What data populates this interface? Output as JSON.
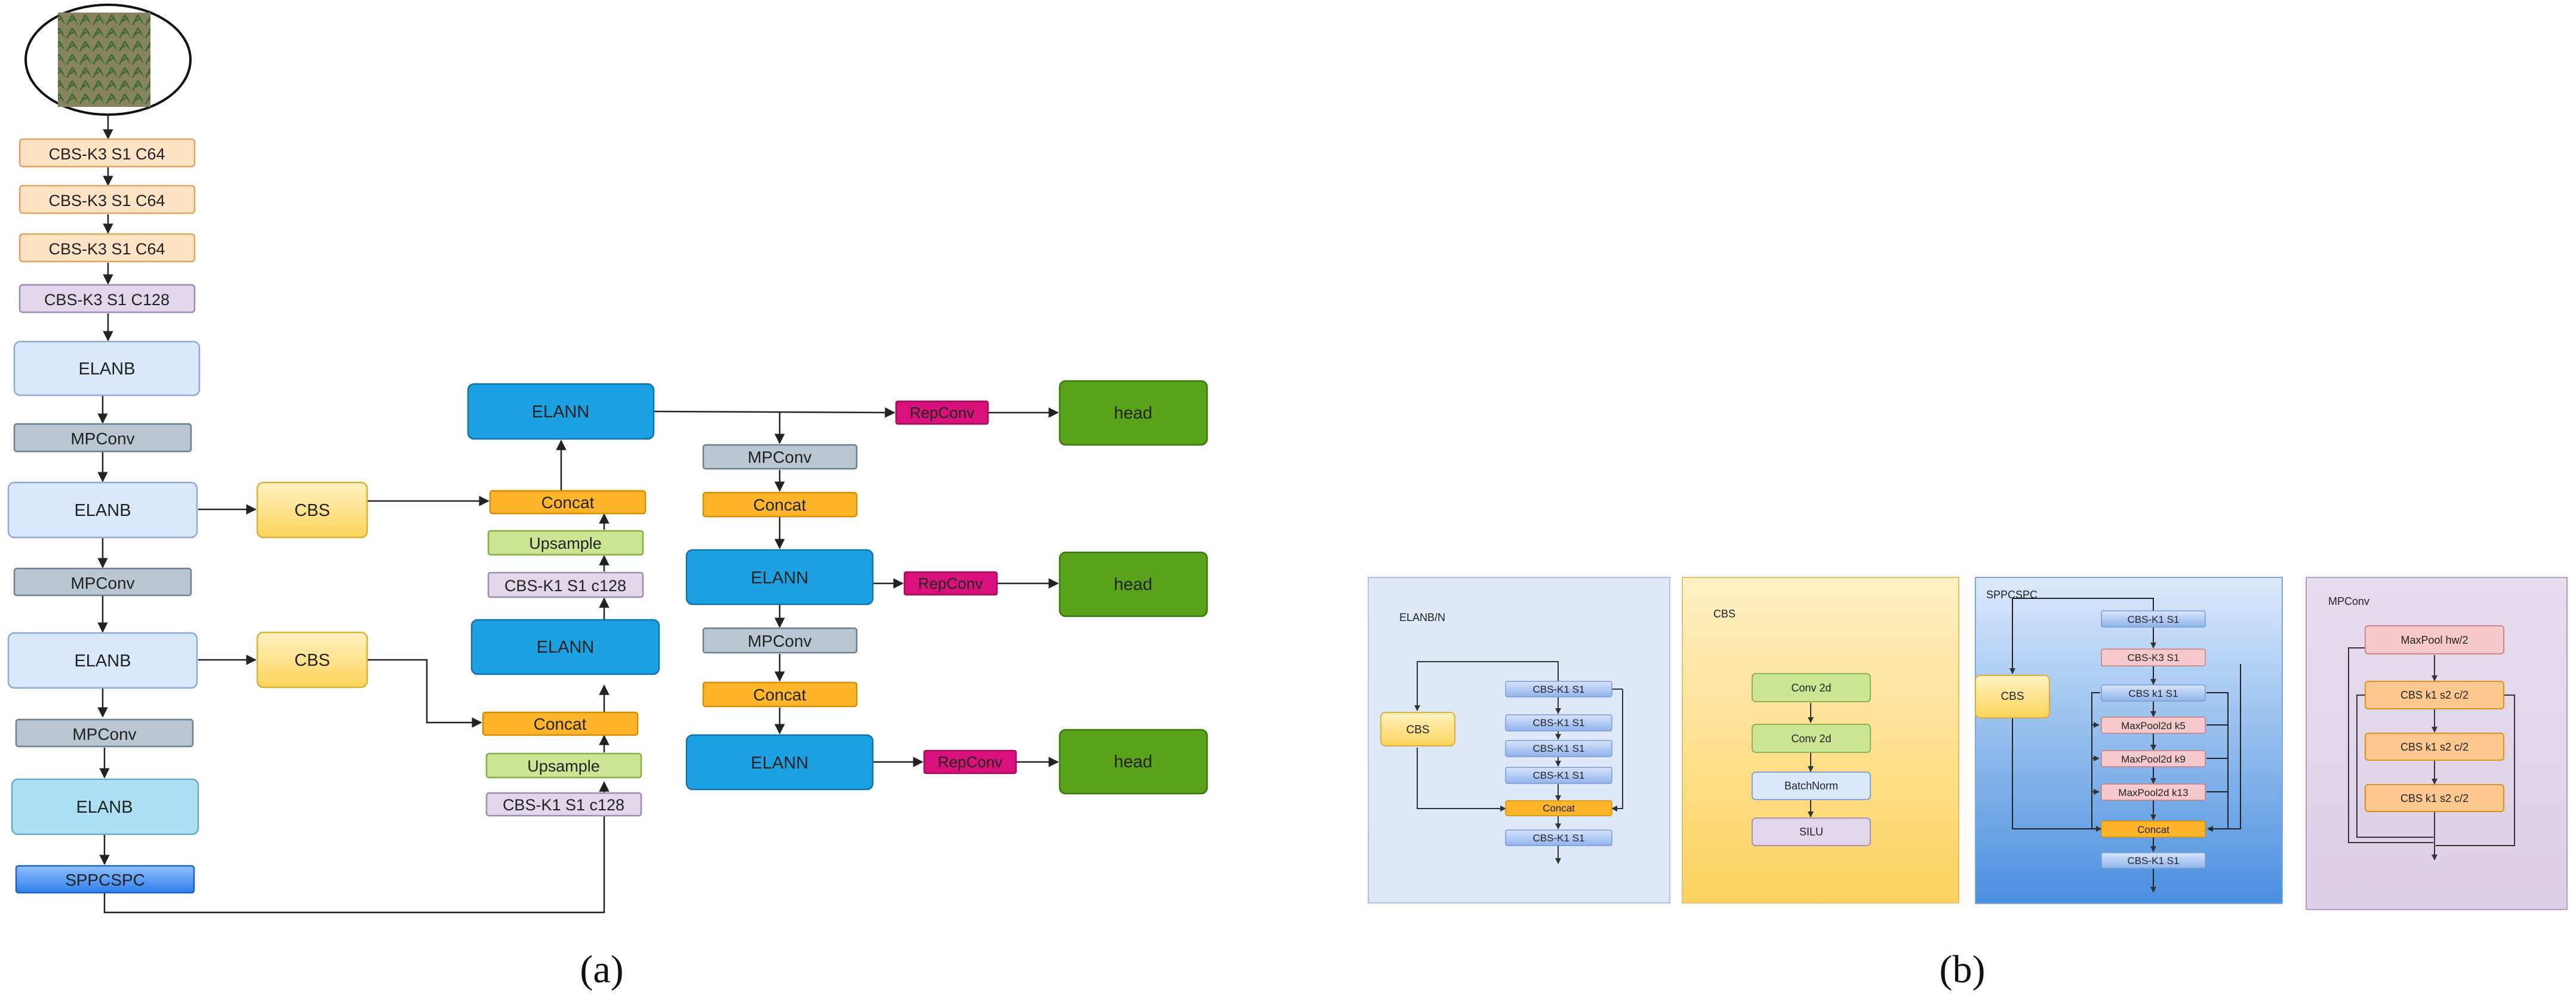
{
  "colors": {
    "peach": "#fde3c4",
    "peach_stroke": "#e3a35c",
    "lavender": "#e2d7ea",
    "lavender_stroke": "#9e8bb5",
    "lightblue": "#dae8fc",
    "lightblue_stroke": "#8fa9d6",
    "slate": "#b9c7d2",
    "slate_stroke": "#6e7f8f",
    "sky": "#ade0f3",
    "sky_stroke": "#66a9cc",
    "blue_strong": "#1ba1e2",
    "blue_strong_stroke": "#1373a8",
    "yellow": "#fde58a",
    "yellow_stroke": "#d6b13a",
    "orange": "#ffb52a",
    "orange_stroke": "#d98c00",
    "green_light": "#cce593",
    "green_light_stroke": "#86ad44",
    "magenta": "#d8127a",
    "magenta_stroke": "#a10e5c",
    "green_dark": "#5aa21a",
    "green_dark_stroke": "#3b7610",
    "spp_blue": "#3e8df2"
  },
  "panel_a": {
    "input_image": "input-image",
    "stem": [
      "CBS-K3 S1 C64",
      "CBS-K3 S1 C64",
      "CBS-K3 S1 C64",
      "CBS-K3 S1 C128"
    ],
    "elanb": "ELANB",
    "mpconv": "MPConv",
    "cbs": "CBS",
    "sppcspc": "SPPCSPC",
    "elann": "ELANN",
    "concat": "Concat",
    "upsample": "Upsample",
    "cbs_k1_c128": "CBS-K1  S1   c128",
    "repconv": "RepConv",
    "head": "head",
    "caption": "(a)"
  },
  "panel_b": {
    "elan": {
      "title": "ELANB/N",
      "cbs": "CBS",
      "stack": [
        "CBS-K1 S1",
        "CBS-K1 S1",
        "CBS-K1 S1",
        "CBS-K1 S1"
      ],
      "concat": "Concat",
      "out": "CBS-K1 S1"
    },
    "cbs": {
      "title": "CBS",
      "stack": [
        "Conv 2d",
        "Conv 2d",
        "BatchNorm",
        "SILU"
      ]
    },
    "spp": {
      "title": "SPPCSPC",
      "cbs": "CBS",
      "stack": [
        "CBS-K1 S1",
        "CBS-K3 S1",
        "CBS k1 S1",
        "MaxPool2d k5",
        "MaxPool2d k9",
        "MaxPool2d k13",
        "Concat",
        "CBS-K1 S1"
      ]
    },
    "mp": {
      "title": "MPConv",
      "stack": [
        "MaxPool hw/2",
        "CBS k1 s2 c/2",
        "CBS k1 s2 c/2",
        "CBS k1 s2 c/2"
      ]
    },
    "caption": "(b)"
  }
}
